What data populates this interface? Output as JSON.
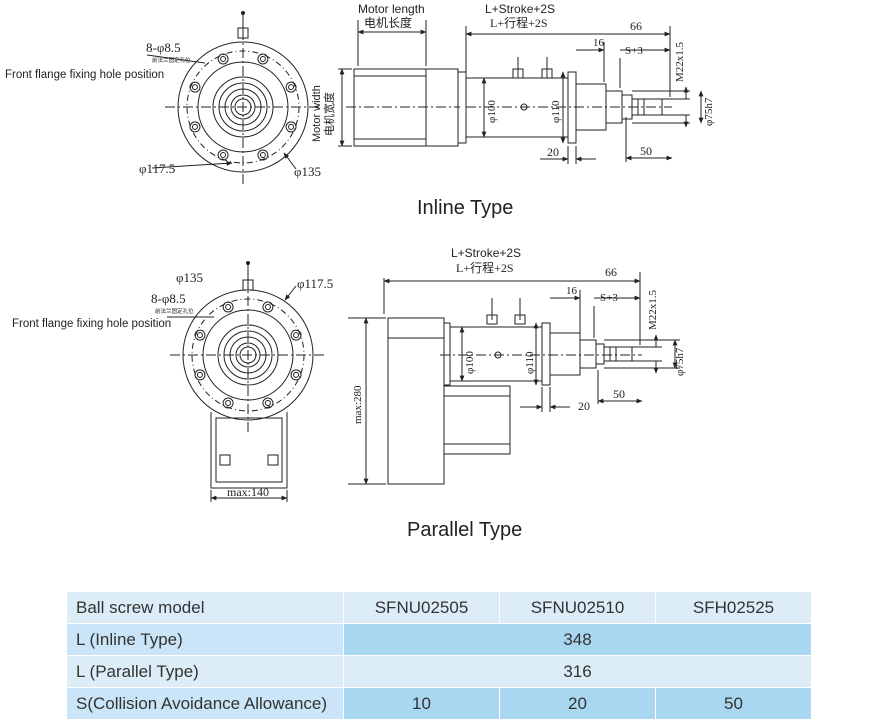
{
  "inline": {
    "title": "Inline Type",
    "hole_spec": "8-φ8.5",
    "hole_note": "前法兰固定孔位",
    "front_flange_label": "Front flange fixing hole position",
    "dia_pcd": "φ117.5",
    "dia_outer": "φ135",
    "motor_length_en": "Motor length",
    "motor_length_cn": "电机长度",
    "motor_width_en": "Motor width",
    "motor_width_cn": "电机宽度",
    "stroke_en": "L+Stroke+2S",
    "stroke_cn": "L+行程+2S",
    "dim_66": "66",
    "dim_16": "16",
    "dim_s3": "S+3",
    "thread": "M22x1.5",
    "dia_100": "φ100",
    "dia_110": "φ110",
    "dia_75": "φ75h7",
    "dim_20": "20",
    "dim_50": "50"
  },
  "parallel": {
    "title": "Parallel Type",
    "dia_outer": "φ135",
    "dia_pcd": "φ117.5",
    "hole_spec": "8-φ8.5",
    "hole_note": "前法兰固定孔位",
    "front_flange_label": "Front flange fixing hole position",
    "width_max": "max:140",
    "height_max": "max:280",
    "stroke_en": "L+Stroke+2S",
    "stroke_cn": "L+行程+2S",
    "dim_66": "66",
    "dim_16": "16",
    "dim_s3": "S+3",
    "thread": "M22x1.5",
    "dia_100": "φ100",
    "dia_110": "φ110",
    "dia_75": "φ75h7",
    "dim_20": "20",
    "dim_50": "50"
  },
  "table": {
    "header": [
      "Ball screw model",
      "SFNU02505",
      "SFNU02510",
      "SFH02525"
    ],
    "rows": [
      {
        "label": "L (Inline Type)",
        "value": "348"
      },
      {
        "label": "L (Parallel Type)",
        "value": "316"
      },
      {
        "label": "S(Collision Avoidance Allowance)",
        "values": [
          "10",
          "20",
          "50"
        ]
      }
    ]
  }
}
